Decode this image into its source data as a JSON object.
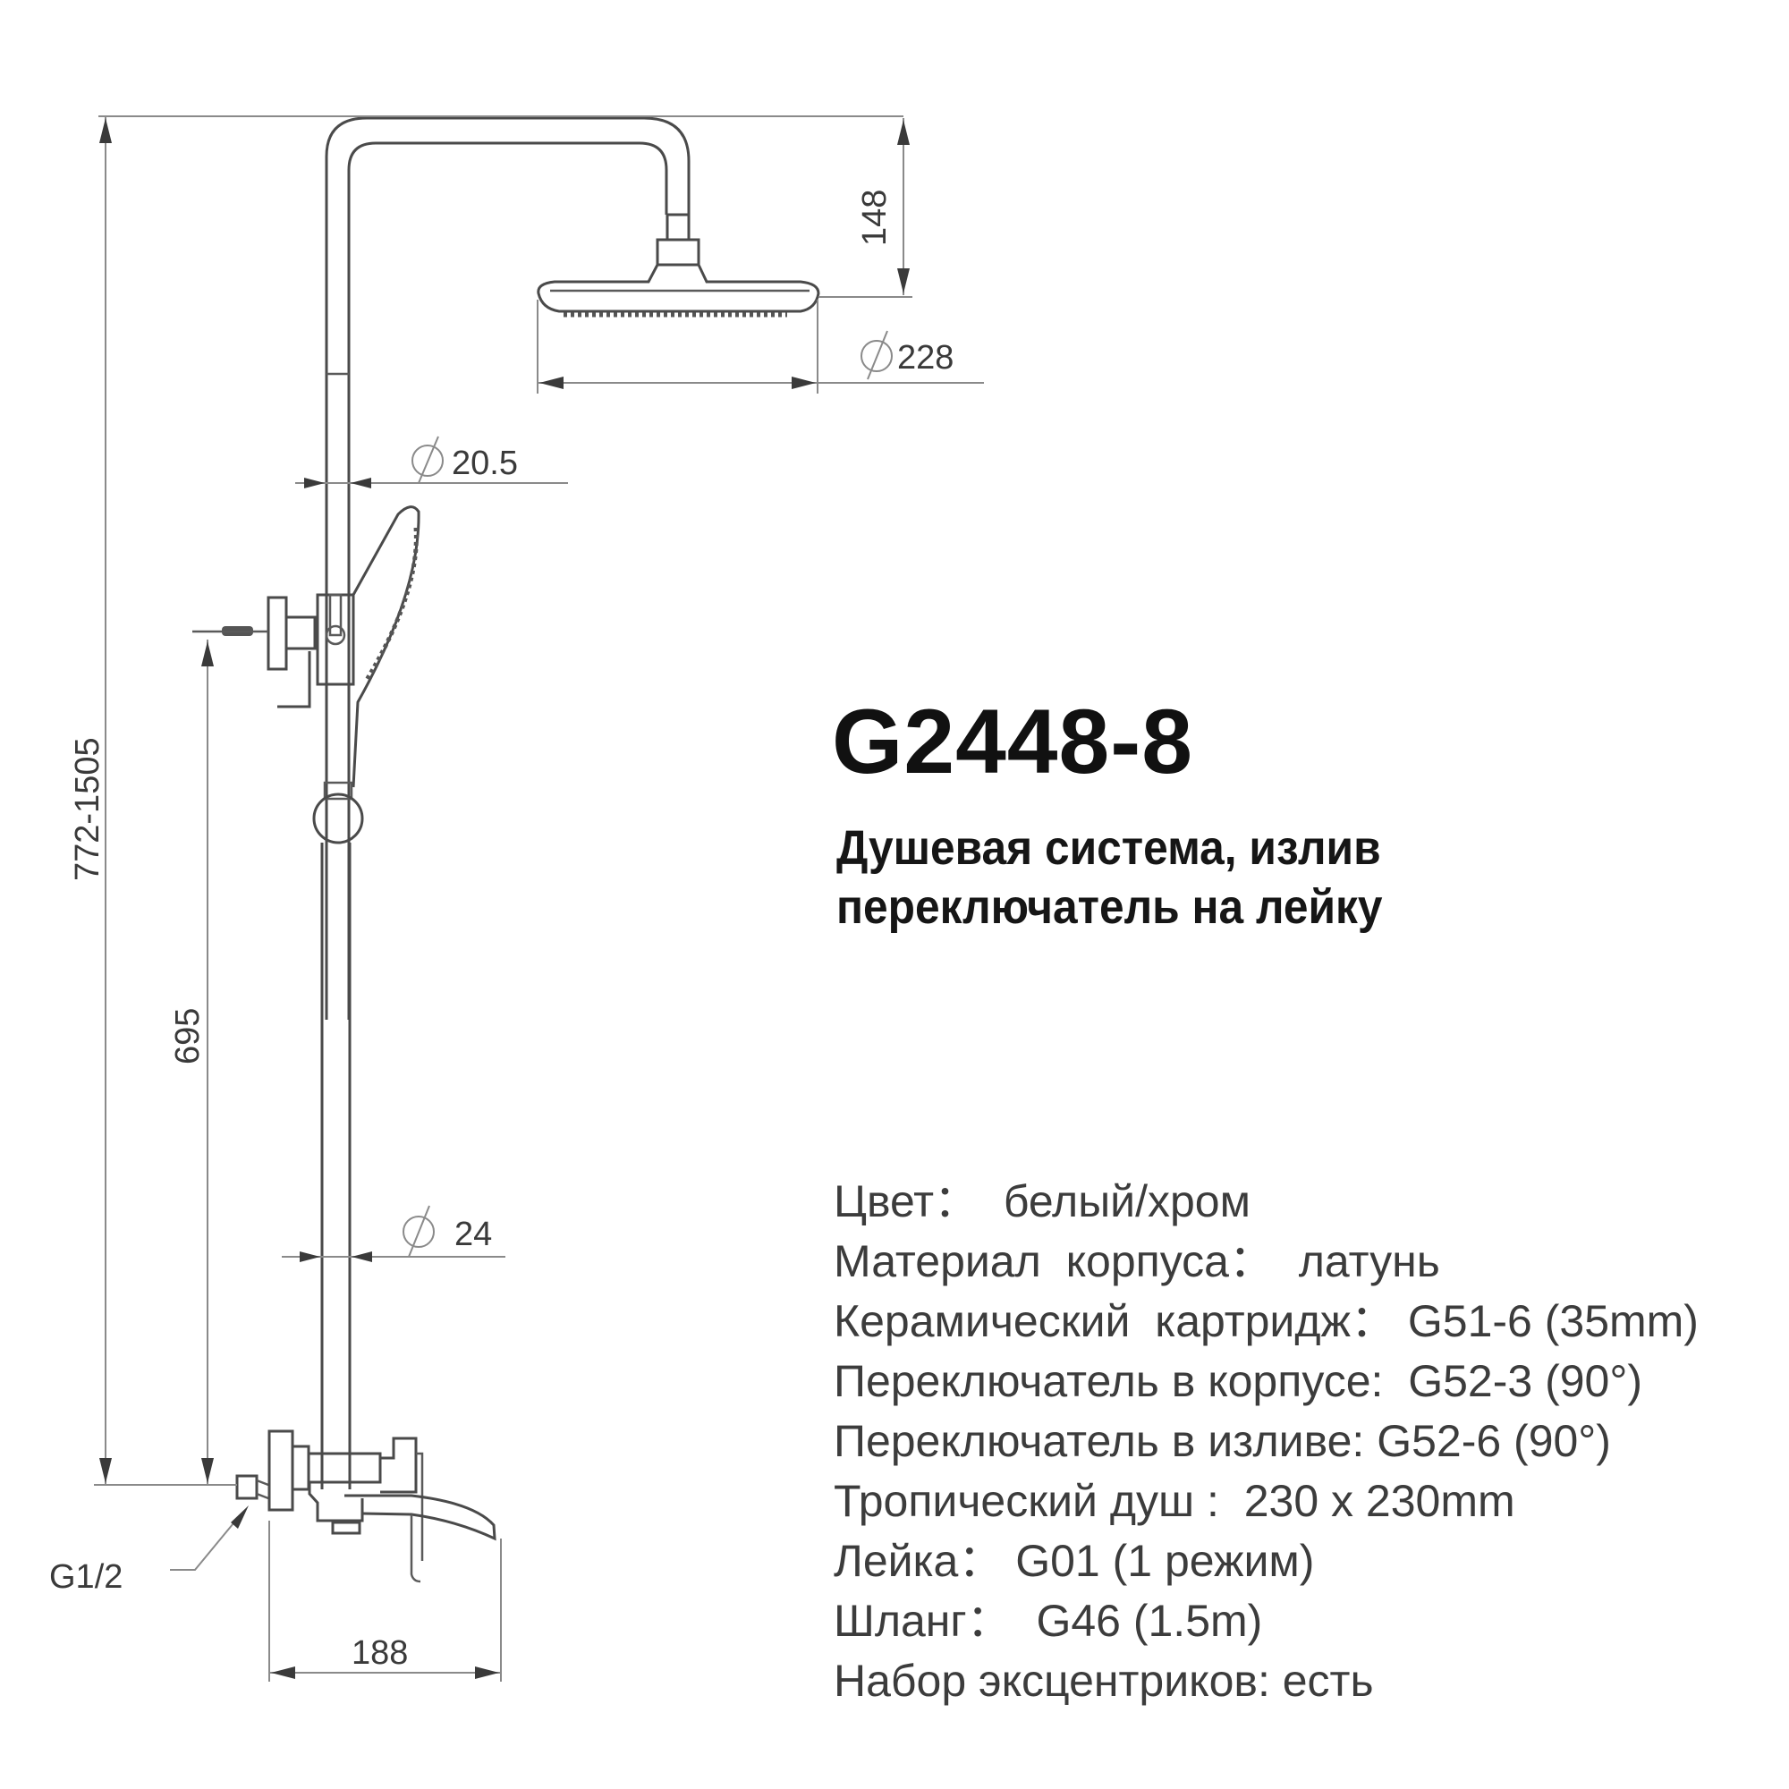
{
  "product": {
    "model": "G2448-8",
    "subtitle_lines": [
      "Душевая система, излив",
      "переключатель на лейку"
    ]
  },
  "dimensions": {
    "total_height": "772-1505",
    "mixer_to_holder": "695",
    "head_drop": "148",
    "head_diameter": "228",
    "upper_pipe_diameter": "20.5",
    "lower_pipe_diameter": "24",
    "spout_length": "188",
    "inlet_thread": "G1/2",
    "diameter_symbol": "∅"
  },
  "specs": [
    {
      "label": "Цвет：",
      "value": "  белый/хром"
    },
    {
      "label": "Материал  корпуса：",
      "value": "  латунь"
    },
    {
      "label": "Керамический  картридж：",
      "value": " G51-6 (35mm)"
    },
    {
      "label": "Переключатель в корпусе:",
      "value": "  G52-3 (90°)"
    },
    {
      "label": "Переключатель в изливе:",
      "value": " G52-6 (90°)"
    },
    {
      "label": "Тропический душ :",
      "value": "  230 x 230mm"
    },
    {
      "label": "Лейка：",
      "value": " G01 (1 режим)"
    },
    {
      "label": "Шланг：",
      "value": "  G46 (1.5m)"
    },
    {
      "label": "Набор эксцентриков:",
      "value": " есть"
    }
  ],
  "colors": {
    "line": "#4a4a4a",
    "dimension": "#8a8a8a",
    "title": "#111111",
    "text": "#3c3c3c",
    "background": "#ffffff"
  }
}
